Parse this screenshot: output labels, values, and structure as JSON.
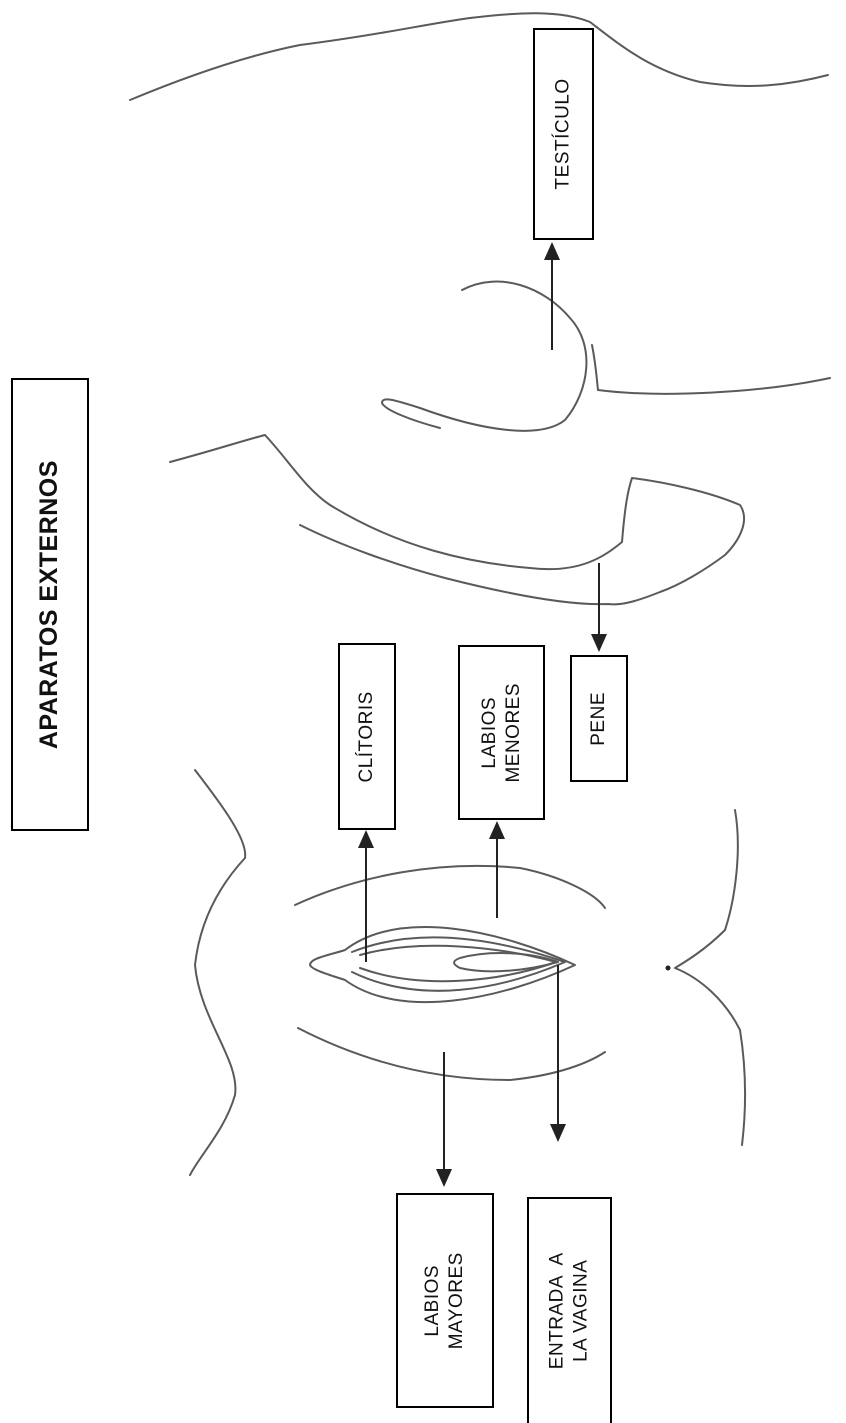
{
  "title": "APARATOS EXTERNOS",
  "labels": {
    "testiculo": "TESTÍCULO",
    "pene": "PENE",
    "clitoris": "CLÍTORIS",
    "labios_menores": [
      "LABIOS",
      "MENORES"
    ],
    "labios_mayores": [
      "LABIOS",
      "MAYORES"
    ],
    "entrada_vagina": [
      "ENTRADA  A",
      "LA VAGINA"
    ]
  },
  "colors": {
    "line": "#5a5a5a",
    "box": "#000000",
    "text": "#111111"
  }
}
